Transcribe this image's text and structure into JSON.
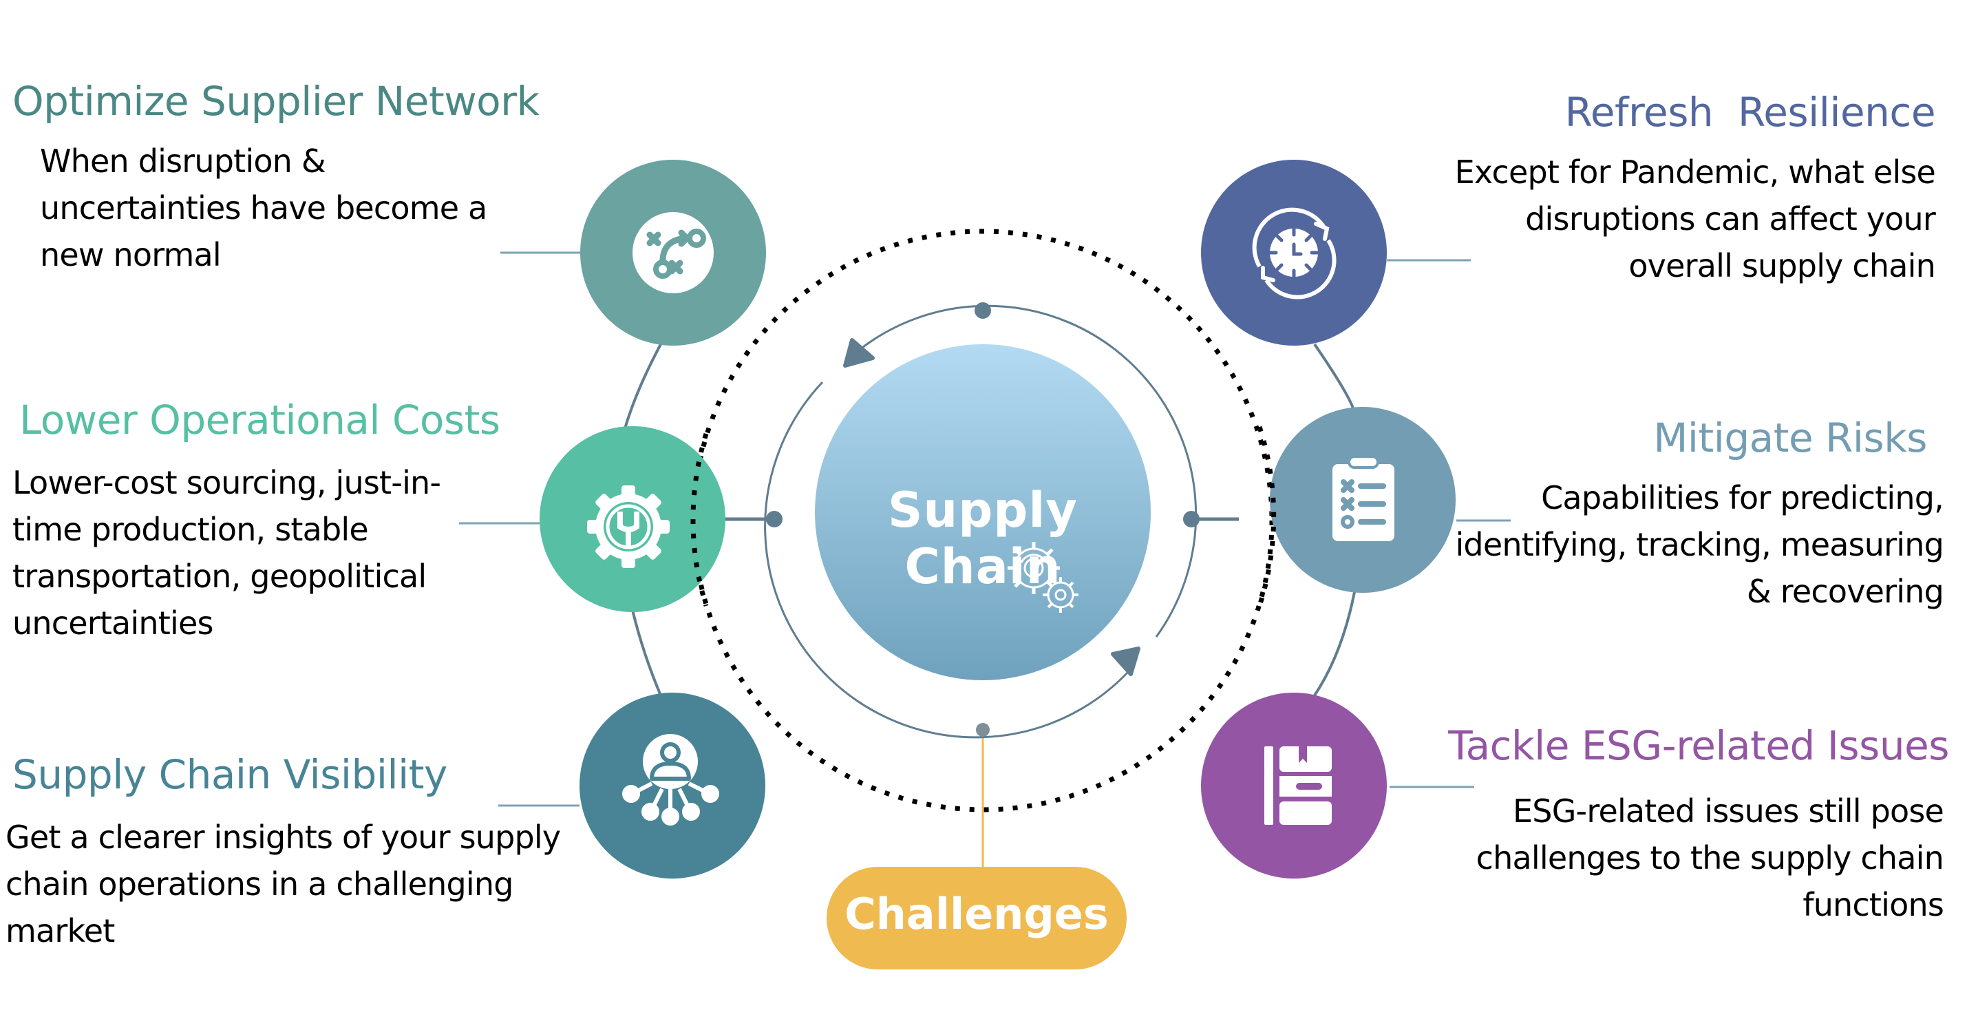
{
  "center": {
    "title": "Supply Chain",
    "icon": "gears-icon",
    "gradient_top": "#b3daf2",
    "gradient_bottom": "#6fa2bd"
  },
  "challenges": {
    "label": "Challenges",
    "color": "#efba4f"
  },
  "ring_color": "#5f7d8f",
  "nodes": [
    {
      "id": "optimize-supplier-network",
      "title": "Optimize Supplier Network",
      "body": [
        "When disruption &",
        "uncertainties have become a",
        "new normal"
      ],
      "color": "#6aa3a0",
      "title_color": "#4a8883",
      "icon": "strategy-play-icon"
    },
    {
      "id": "lower-operational-costs",
      "title": "Lower Operational Costs",
      "body": [
        "Lower-cost sourcing, just-in-",
        "time production, stable",
        "transportation, geopolitical",
        "uncertainties"
      ],
      "color": "#57bfa3",
      "title_color": "#57bfa3",
      "icon": "gear-wrench-icon"
    },
    {
      "id": "supply-chain-visibility",
      "title": "Supply Chain Visibility",
      "body": [
        "Get a clearer insights of your supply",
        "chain operations in a challenging",
        "market"
      ],
      "color": "#488496",
      "title_color": "#488496",
      "icon": "user-network-icon"
    },
    {
      "id": "refresh-resilience",
      "title": "Refresh  Resilience",
      "body": [
        "Except for Pandemic, what else",
        "disruptions can affect your",
        "overall supply chain"
      ],
      "color": "#53679f",
      "title_color": "#53679f",
      "icon": "clock-refresh-icon"
    },
    {
      "id": "mitigate-risks",
      "title": "Mitigate Risks",
      "body": [
        "Capabilities for predicting,",
        "identifying, tracking, measuring",
        "& recovering"
      ],
      "color": "#739db2",
      "title_color": "#739db2",
      "icon": "clipboard-checklist-icon"
    },
    {
      "id": "tackle-esg-related-issues",
      "title": "Tackle ESG-related Issues",
      "body": [
        "ESG-related issues still pose",
        "challenges to the supply chain",
        "functions"
      ],
      "color": "#9456a4",
      "title_color": "#9456a4",
      "icon": "book-icon"
    }
  ]
}
